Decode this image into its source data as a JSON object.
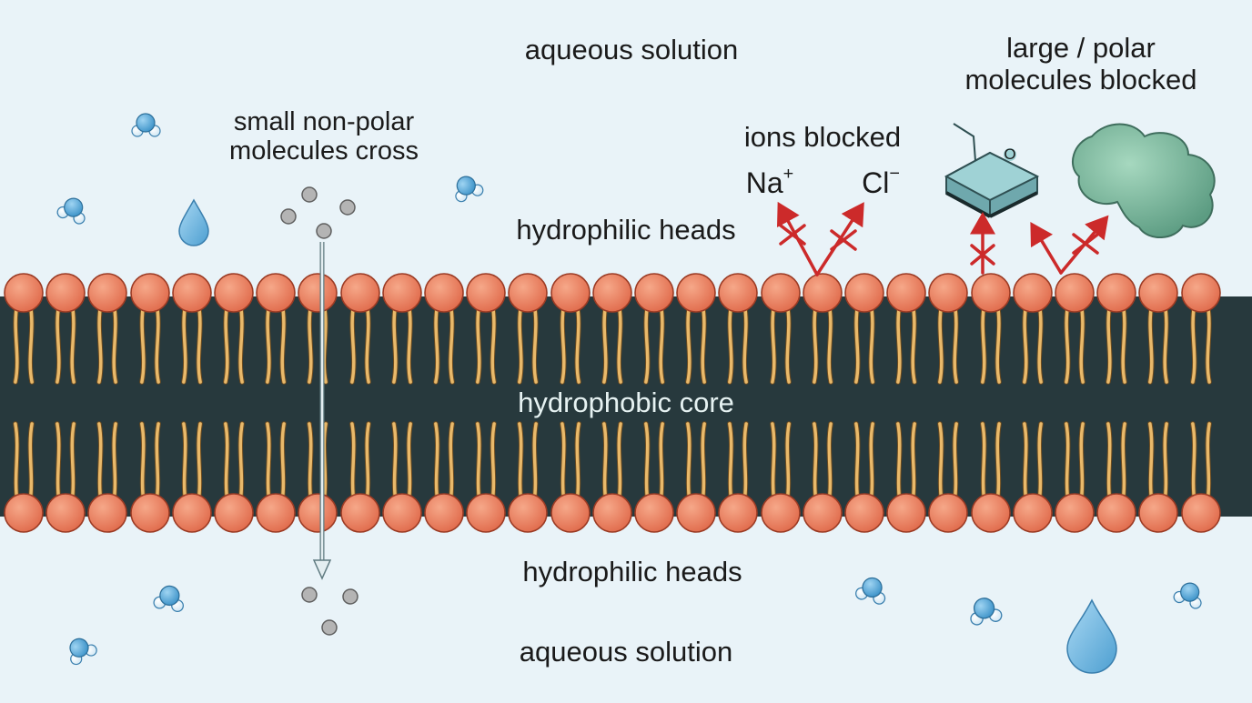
{
  "labels": {
    "aqueous_top": "aqueous solution",
    "aqueous_bottom": "aqueous solution",
    "small_nonpolar": [
      "small non-polar",
      "molecules cross"
    ],
    "hydrophilic_top": "hydrophilic heads",
    "hydrophilic_bottom": "hydrophilic heads",
    "hydrophobic_core": "hydrophobic core",
    "ions_blocked": "ions blocked",
    "large_polar": [
      "large / polar",
      "molecules blocked"
    ],
    "sodium": {
      "base": "Na",
      "charge": "+"
    },
    "chloride": {
      "base": "Cl",
      "charge": "−"
    },
    "ring_atom": "O"
  },
  "colors": {
    "background": "#e9f3f8",
    "head": "#e8785a",
    "head_stroke": "#9b3b24",
    "tail": "#e9b96a",
    "core": "#27393d",
    "water": "#56a9da",
    "nonpolar": "#a3a3a3",
    "blocked": "#cc2a2a",
    "sugar": "#82c0c4",
    "protein": "#6fae93"
  },
  "icons": [
    "water-molecule-icon",
    "water-drop-icon",
    "nonpolar-molecule-icon",
    "sugar-ring-icon",
    "protein-blob-icon",
    "blocked-arrow-icon",
    "crossing-arrow-icon"
  ]
}
